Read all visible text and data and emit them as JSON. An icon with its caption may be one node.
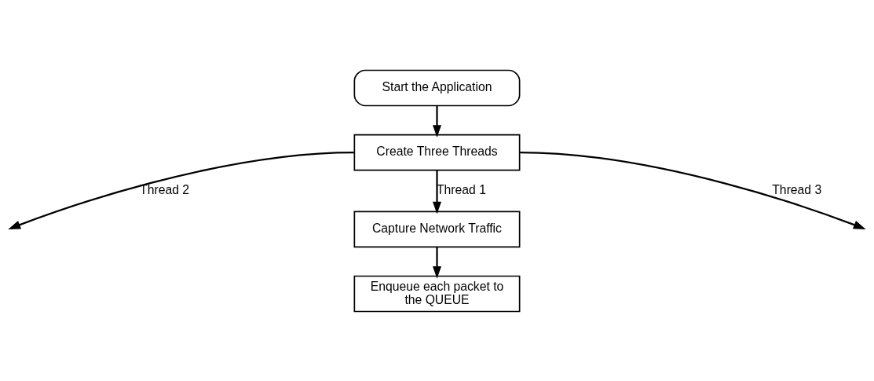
{
  "diagram": {
    "nodes": [
      {
        "text": [
          "Start the Application"
        ]
      },
      {
        "text": [
          "Create Three Threads"
        ]
      },
      {
        "text": [
          "Capture Network Traffic"
        ]
      },
      {
        "text": [
          "Enqueue each packet to the QUEUE"
        ]
      }
    ],
    "edges": [
      {
        "from": 0,
        "to": 1,
        "arrow": "to"
      },
      {
        "from": 1,
        "to": null,
        "arrow": "to",
        "label": "Thread 2"
      },
      {
        "from": 1,
        "to": 2,
        "arrow": "to",
        "label": "Thread 1"
      },
      {
        "from": 1,
        "to": null,
        "arrow": "to",
        "label": "Thread 3"
      },
      {
        "from": 2,
        "to": 3,
        "arrow": "to"
      }
    ]
  }
}
